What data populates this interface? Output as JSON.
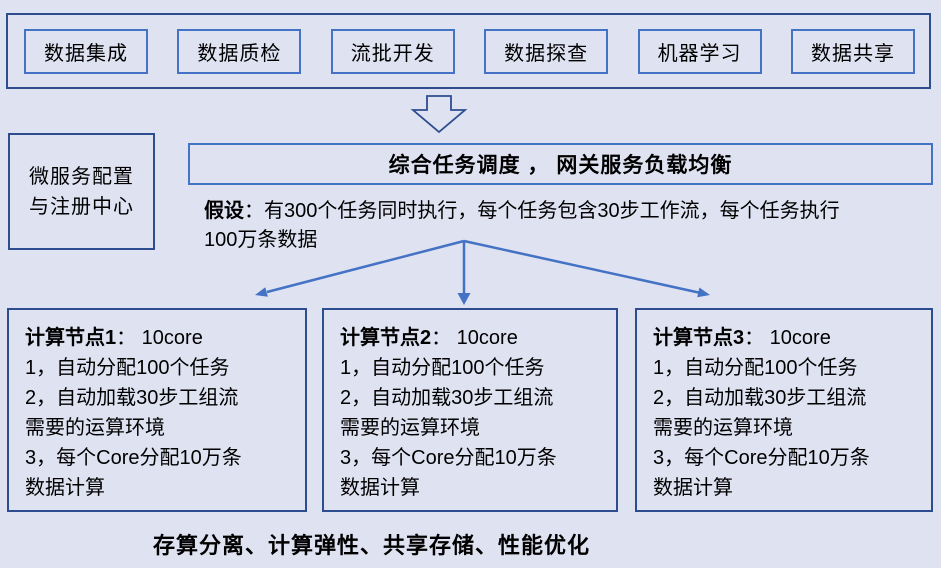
{
  "colors": {
    "background": "#dfe2f1",
    "accent_blue": "#4472c4",
    "dark_blue": "#2e4d8e",
    "text": "#000000"
  },
  "top_modules": {
    "items": [
      {
        "label": "数据集成"
      },
      {
        "label": "数据质检"
      },
      {
        "label": "流批开发"
      },
      {
        "label": "数据探查"
      },
      {
        "label": "机器学习"
      },
      {
        "label": "数据共享"
      }
    ]
  },
  "icons": {
    "down_block_arrow": "hollow block arrow pointing down",
    "branch_arrows": "three-way fan of arrows pointing down to compute nodes"
  },
  "microservice_box": {
    "line1": "微服务配置",
    "line2": "与注册中心"
  },
  "scheduler_box": {
    "title": "综合任务调度 ，  网关服务负载均衡"
  },
  "assumption": {
    "prefix": "假设",
    "line1": "：有300个任务同时执行，每个任务包含30步工作流，每个任务执行",
    "line2": "100万条数据"
  },
  "compute_nodes": [
    {
      "name": "计算节点1",
      "spec": "：  10core",
      "lines": [
        "1，自动分配100个任务",
        "2，自动加载30步工组流",
        "需要的运算环境",
        "3，每个Core分配10万条",
        "数据计算"
      ]
    },
    {
      "name": "计算节点2",
      "spec": "：  10core",
      "lines": [
        "1，自动分配100个任务",
        "2，自动加载30步工组流",
        "需要的运算环境",
        "3，每个Core分配10万条",
        "数据计算"
      ]
    },
    {
      "name": "计算节点3",
      "spec": "：  10core",
      "lines": [
        "1，自动分配100个任务",
        "2，自动加载30步工组流",
        "需要的运算环境",
        "3，每个Core分配10万条",
        "数据计算"
      ]
    }
  ],
  "footer": {
    "text": "存算分离、计算弹性、共享存储、性能优化"
  }
}
